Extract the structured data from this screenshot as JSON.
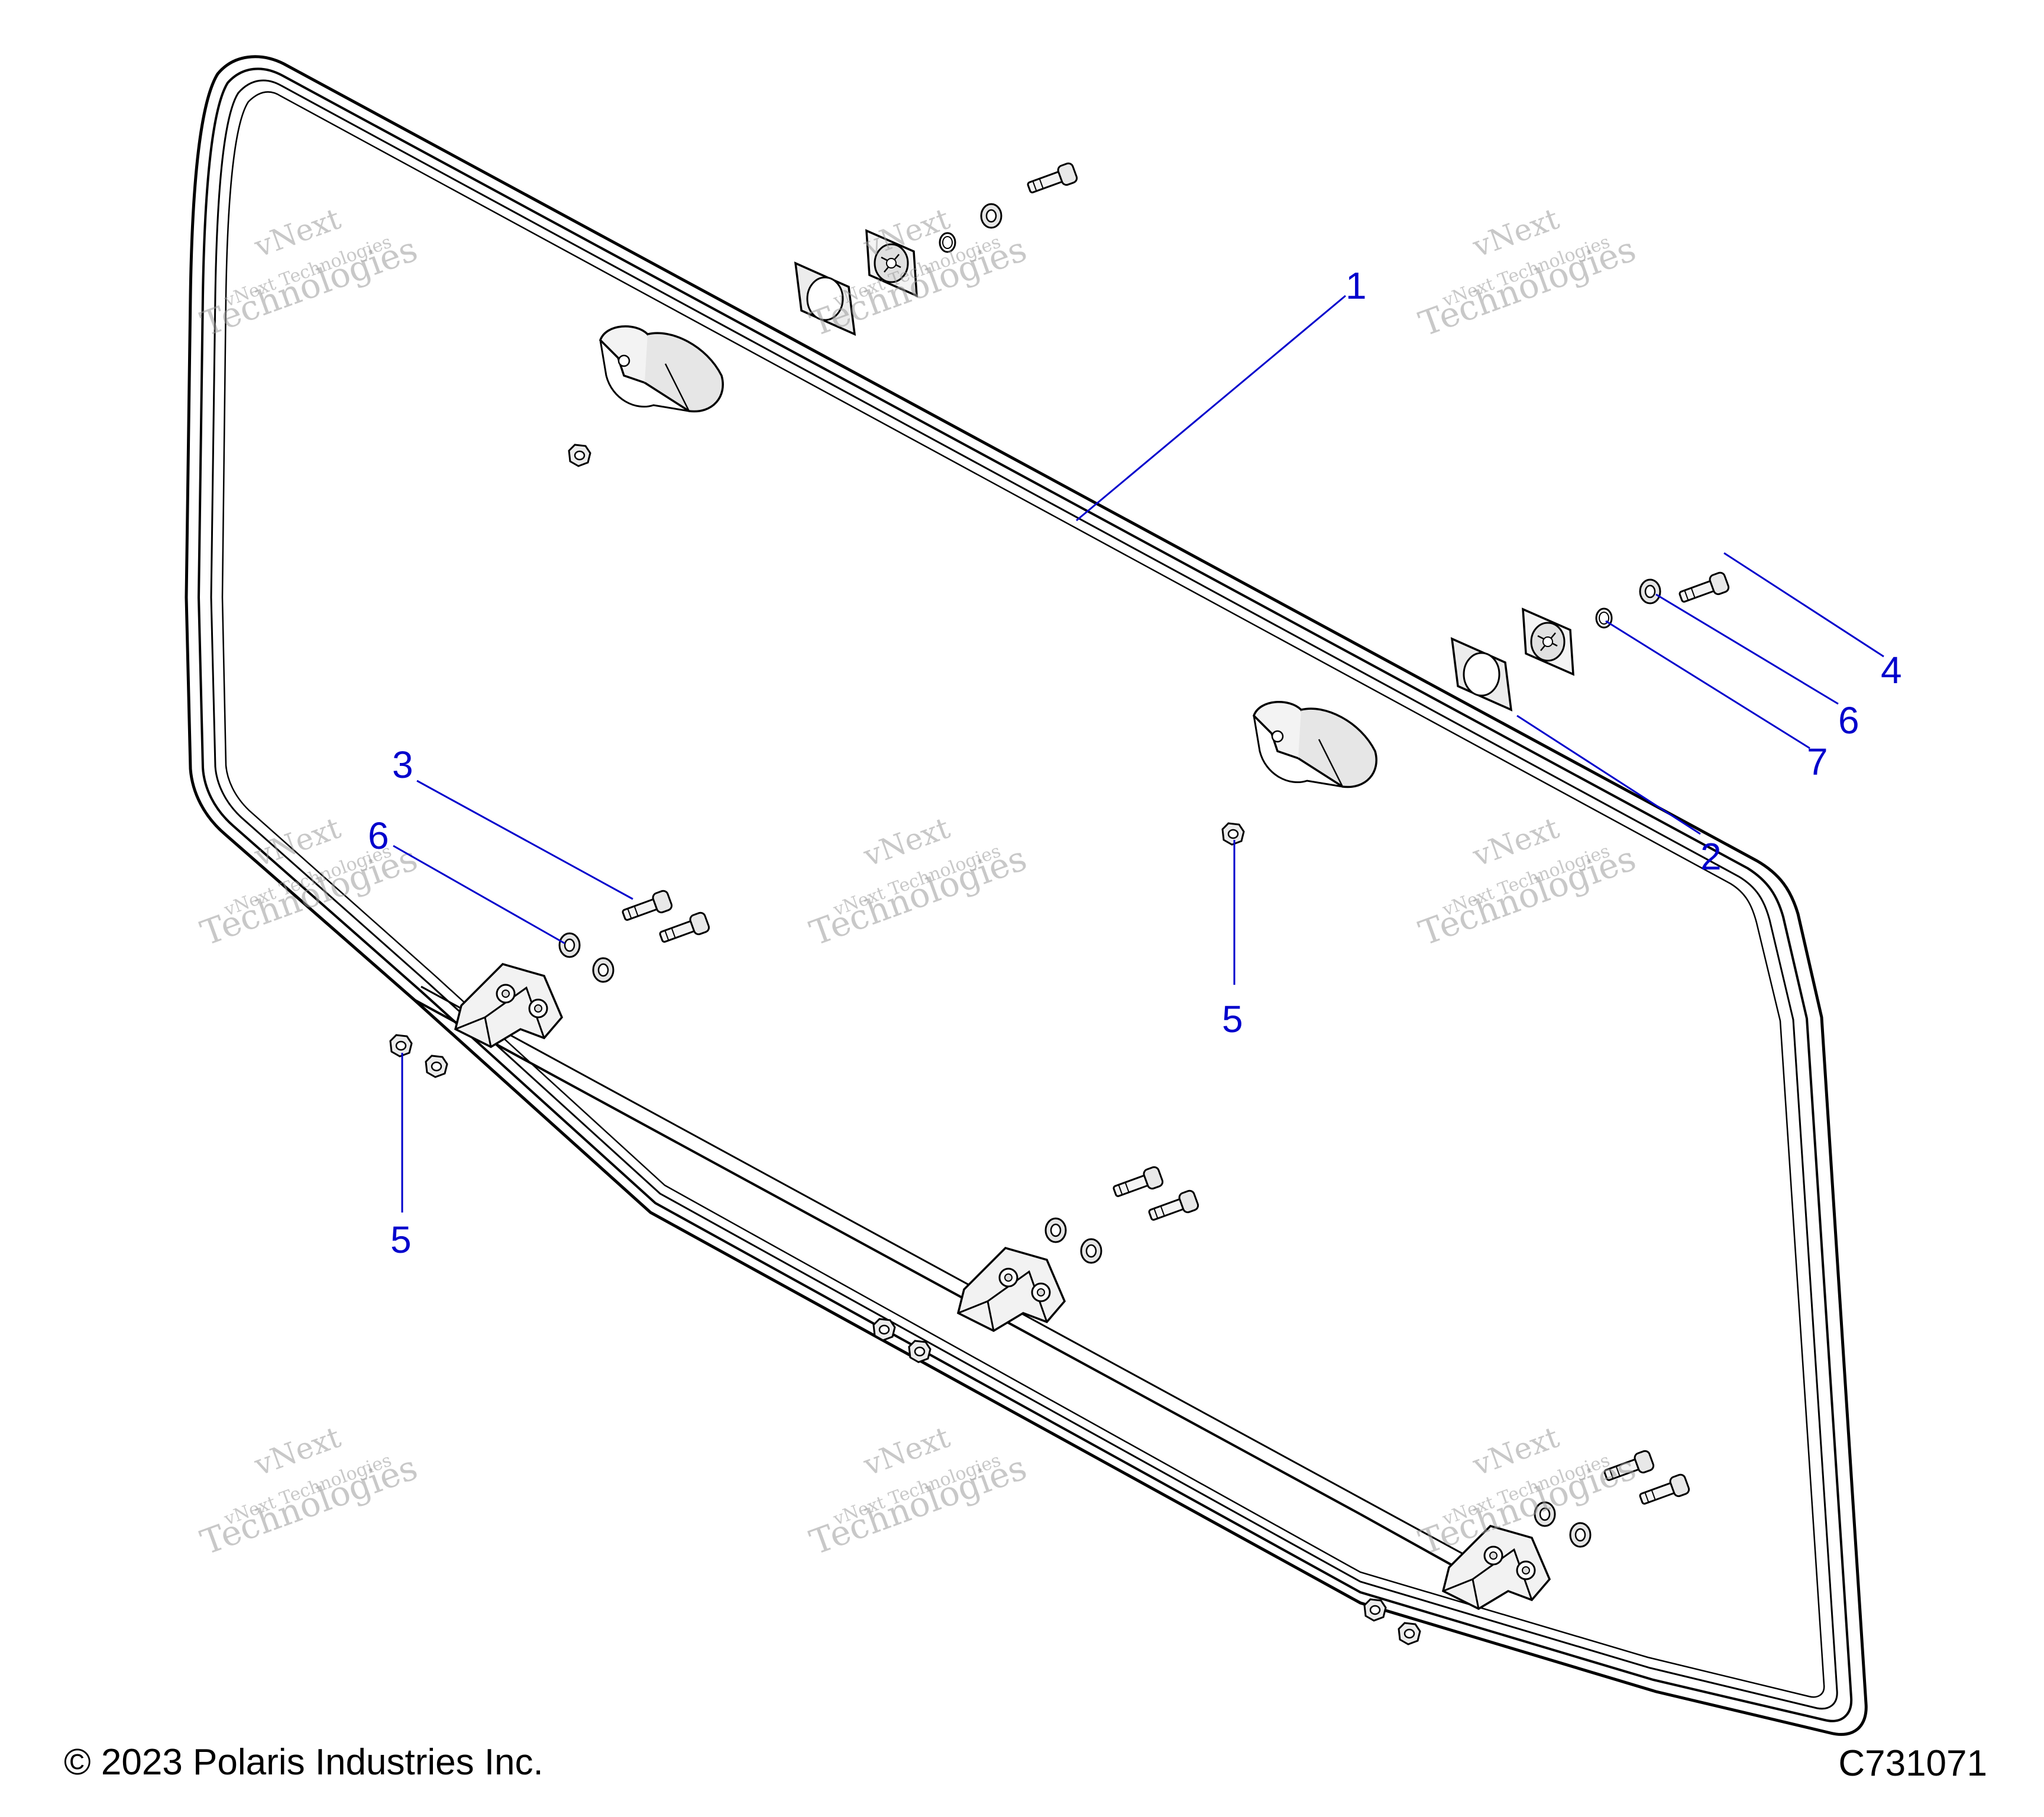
{
  "colors": {
    "line": "#000000",
    "callout": "#0000cc",
    "watermark": "#9a9a9a",
    "part_fill": "#f2f2f2",
    "part_shade": "#d9d9d9"
  },
  "callouts": [
    "1",
    "2",
    "3",
    "4",
    "5",
    "5",
    "6",
    "6",
    "7"
  ],
  "watermark": {
    "line1": "vNext",
    "line2": "vNext Technologies",
    "line3": "Technologies"
  },
  "footer": {
    "copyright": "© 2023 Polaris Industries Inc.",
    "code": "C731071"
  }
}
